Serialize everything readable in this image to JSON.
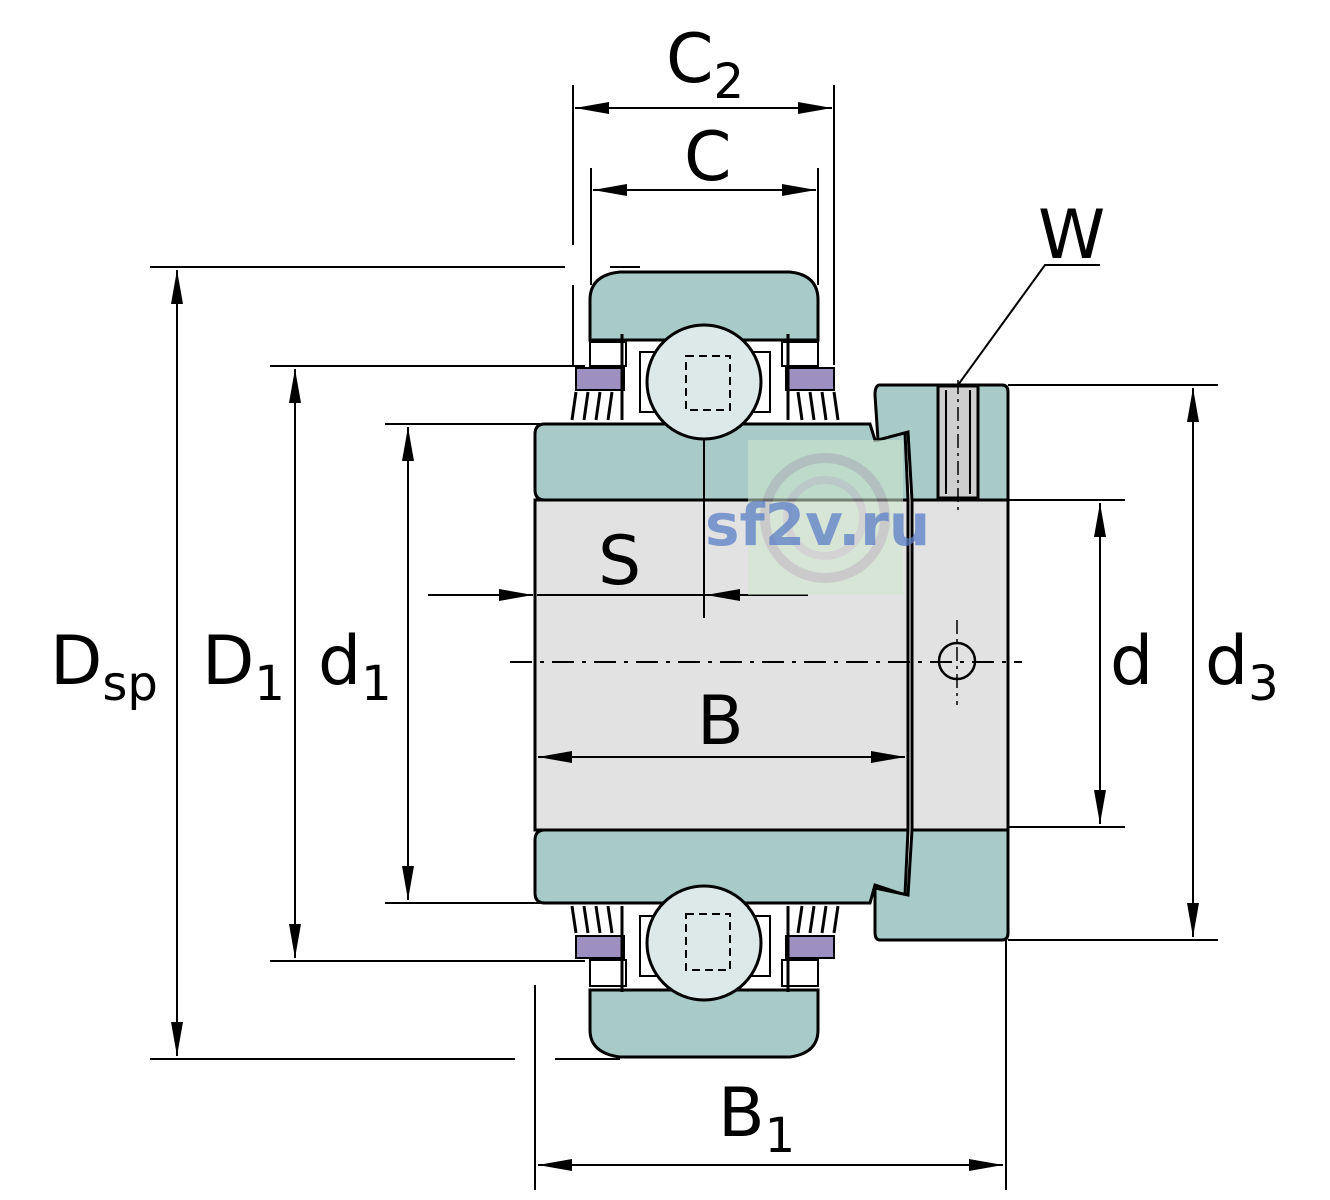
{
  "labels": {
    "c2": "C",
    "c2_sub": "2",
    "c": "C",
    "w": "W",
    "s": "S",
    "b": "B",
    "b1": "B",
    "b1_sub": "1",
    "dsp": "D",
    "dsp_sub": "sp",
    "D1": "D",
    "D1_sub": "1",
    "d1": "d",
    "d1_sub": "1",
    "d": "d",
    "d3": "d",
    "d3_sub": "3"
  },
  "watermark": {
    "text": "sf2v.ru"
  },
  "colors": {
    "ring": "#a9cbc8",
    "bore": "#e2e2e2",
    "ball": "#dce9e8",
    "seal": "#9d8fbf",
    "line": "#000000"
  }
}
